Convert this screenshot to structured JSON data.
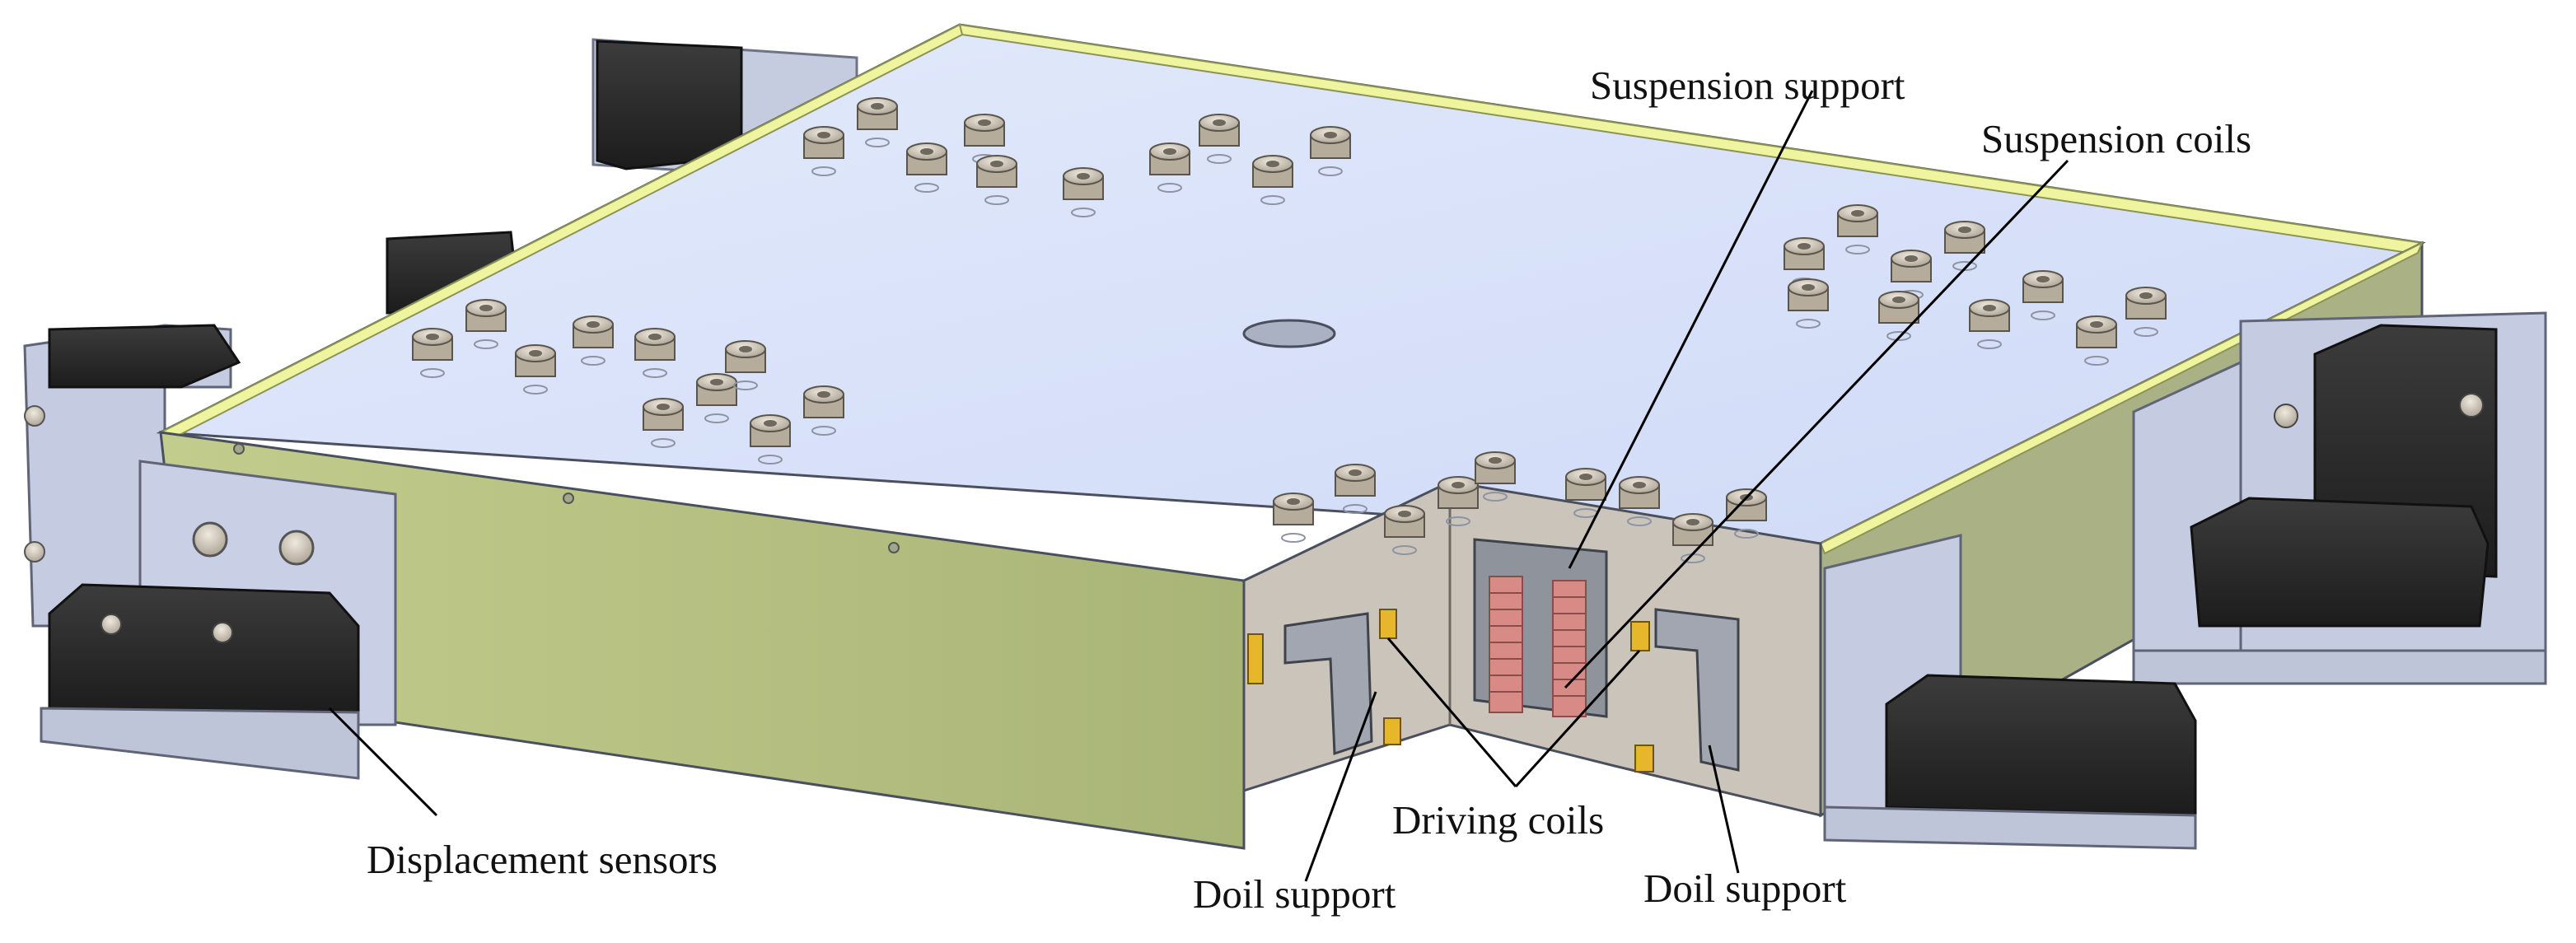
{
  "labels": {
    "suspension_support": "Suspension support",
    "suspension_coils": "Suspension coils",
    "displacement_sensors": "Displacement sensors",
    "driving_coils": "Driving coils",
    "doil_support_left": "Doil support",
    "doil_support_right": "Doil support"
  },
  "colors": {
    "top_plate": "#dce6fb",
    "side_panel": "#b8c48a",
    "side_panel_edge": "#e6ef9a",
    "bracket": "#c9cfe4",
    "sensor": "#2b2b2b",
    "coil": "#d88a86",
    "cavity": "#cbc4bb",
    "bolt": "#cbc3b6",
    "leader": "#000000"
  }
}
